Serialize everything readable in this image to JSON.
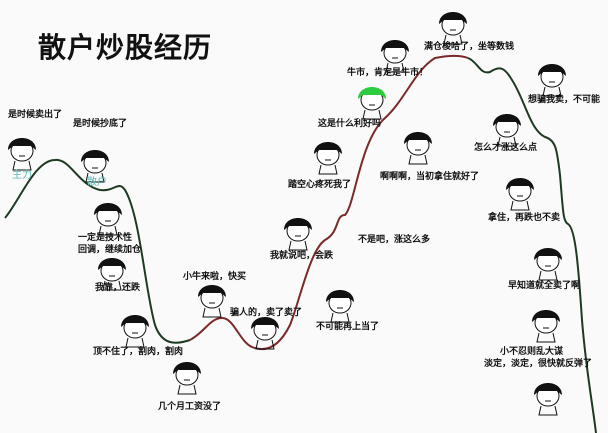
{
  "title": "散户炒股经历",
  "roles": {
    "main_force": "主力",
    "retail": "散户"
  },
  "colors": {
    "rising": "#b03030",
    "falling": "#1e5a2a",
    "role_label": "#5fb8b8",
    "helmet": "#2ecc40"
  },
  "captions": {
    "sell_time": "是时候卖出了",
    "buy_dip": "是时候抄底了",
    "tech_pullback_1": "一定是技术性",
    "tech_pullback_2": "回调，继续加仓",
    "still_falling": "我靠，还跌",
    "cut_loss": "顶不住了，割肉，割肉",
    "salary_gone": "几个月工资没了",
    "small_bull": "小牛来啦，快买",
    "liar_sell": "骗人的，卖了卖了",
    "told_you": "我就说吧，会跌",
    "never_again": "不可能再上当了",
    "missed_out": "踏空心疼死我了",
    "good_news": "这是什么利好吗",
    "bull_market": "牛市，肯定是牛市！",
    "all_in": "满仓梭哈了，坐等数钱",
    "no_way": "不是吧，涨这么多",
    "should_hold": "啊啊啊，当初拿住就好了",
    "only_this": "怎么才涨这么点",
    "wont_sell": "想骗我卖，不可能",
    "hold_on": "拿住，再跌也不卖",
    "should_sold": "早知道就全卖了啊",
    "patience_1": "小不忍则乱大谋",
    "patience_2": "淡定，淡定，很快就反弹了"
  }
}
